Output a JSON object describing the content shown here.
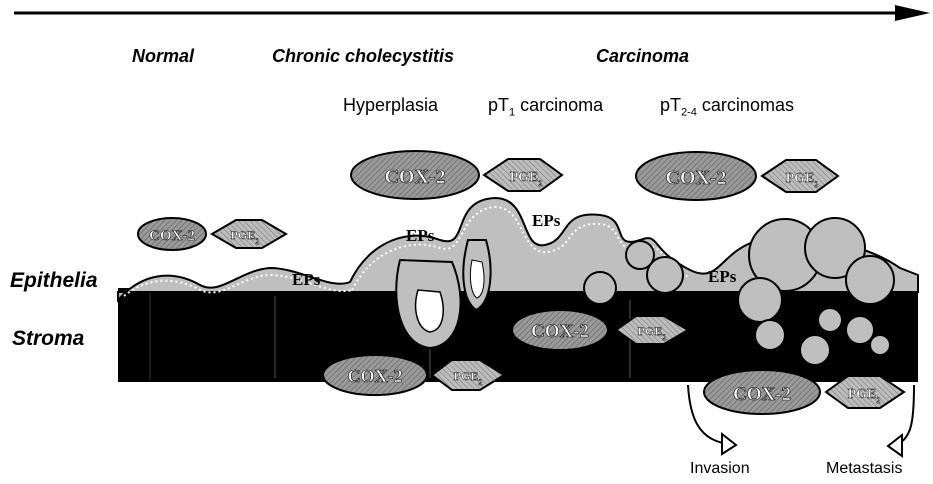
{
  "stages": {
    "normal": "Normal",
    "chronic": "Chronic cholecystitis",
    "carcinoma": "Carcinoma"
  },
  "substages": {
    "hyperplasia": "Hyperplasia",
    "pt1_prefix": "pT",
    "pt1_sub": "1",
    "pt1_suffix": " carcinoma",
    "pt24_prefix": "pT",
    "pt24_sub": "2-4",
    "pt24_suffix": " carcinomas"
  },
  "layers": {
    "epithelia": "Epithelia",
    "stroma": "Stroma"
  },
  "enzymes": {
    "cox2": "COX-2",
    "pge_base": "PGE",
    "pge_sub": "2",
    "eps": "EPs"
  },
  "outcomes": {
    "invasion": "Invasion",
    "metastasis": "Metastasis"
  },
  "colors": {
    "stroma": "#000000",
    "epithelium_fill": "#bfbfbf",
    "cox_fill": "#8a8a8a",
    "pge_fill": "#a8a8a8"
  }
}
